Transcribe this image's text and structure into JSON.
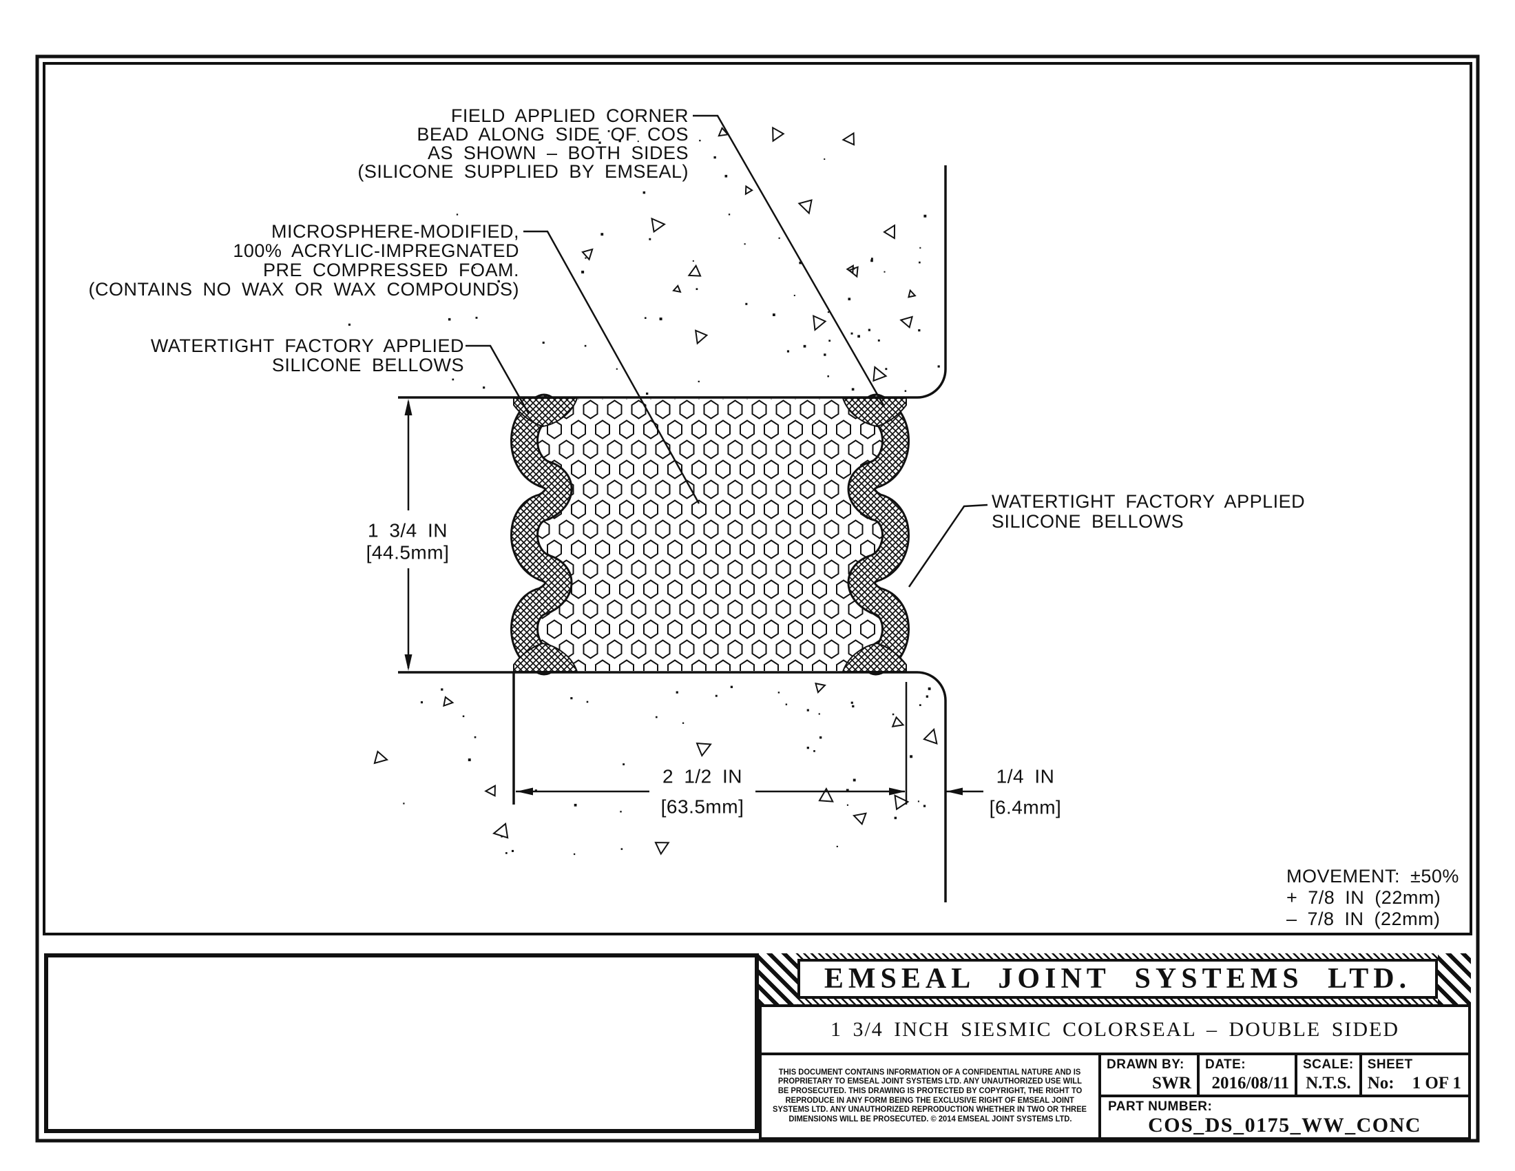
{
  "drawing": {
    "annotations": {
      "field_applied_corner_bead": [
        "FIELD APPLIED CORNER",
        "BEAD ALONG SIDE OF COS",
        "AS SHOWN – BOTH SIDES",
        "(SILICONE SUPPLIED BY EMSEAL)"
      ],
      "microsphere_foam": [
        "MICROSPHERE-MODIFIED,",
        "100% ACRYLIC-IMPREGNATED",
        "PRE COMPRESSED FOAM.",
        "(CONTAINS NO WAX OR WAX COMPOUNDS)"
      ],
      "watertight_left": [
        "WATERTIGHT FACTORY APPLIED",
        "SILICONE BELLOWS"
      ],
      "watertight_right": [
        "WATERTIGHT FACTORY APPLIED",
        "SILICONE BELLOWS"
      ],
      "movement": [
        "MOVEMENT: ±50%",
        "+ 7/8 IN (22mm)",
        "– 7/8 IN (22mm)"
      ]
    },
    "dimensions": {
      "height_in": "1 3/4 IN",
      "height_mm": "[44.5mm]",
      "width_in": "2 1/2 IN",
      "width_mm": "[63.5mm]",
      "edge_in": "1/4 IN",
      "edge_mm": "[6.4mm]"
    }
  },
  "title_block": {
    "company": "EMSEAL JOINT SYSTEMS LTD.",
    "drawing_title": "1 3/4 INCH SIESMIC COLORSEAL – DOUBLE SIDED",
    "legal_lines": [
      "THIS DOCUMENT CONTAINS INFORMATION OF A CONFIDENTIAL NATURE AND IS",
      "PROPRIETARY TO EMSEAL JOINT SYSTEMS LTD. ANY UNAUTHORIZED USE WILL",
      "BE PROSECUTED. THIS DRAWING IS PROTECTED BY COPYRIGHT, THE RIGHT TO",
      "REPRODUCE IN ANY FORM BEING THE EXCLUSIVE RIGHT OF EMSEAL JOINT",
      "SYSTEMS LTD. ANY UNAUTHORIZED REPRODUCTION WHETHER IN TWO OR THREE",
      "DIMENSIONS WILL BE PROSECUTED. © 2014 EMSEAL JOINT SYSTEMS LTD."
    ],
    "drawn_by_label": "DRAWN BY:",
    "drawn_by": "SWR",
    "date_label": "DATE:",
    "date": "2016/08/11",
    "scale_label": "SCALE:",
    "scale": "N.T.S.",
    "sheet_label": "SHEET",
    "sheet_no_label": "No:",
    "sheet": "1 OF 1",
    "part_number_label": "PART NUMBER:",
    "part_number": "COS_DS_0175_WW_CONC"
  },
  "colors": {
    "ink": "#111111",
    "paper": "#ffffff"
  }
}
